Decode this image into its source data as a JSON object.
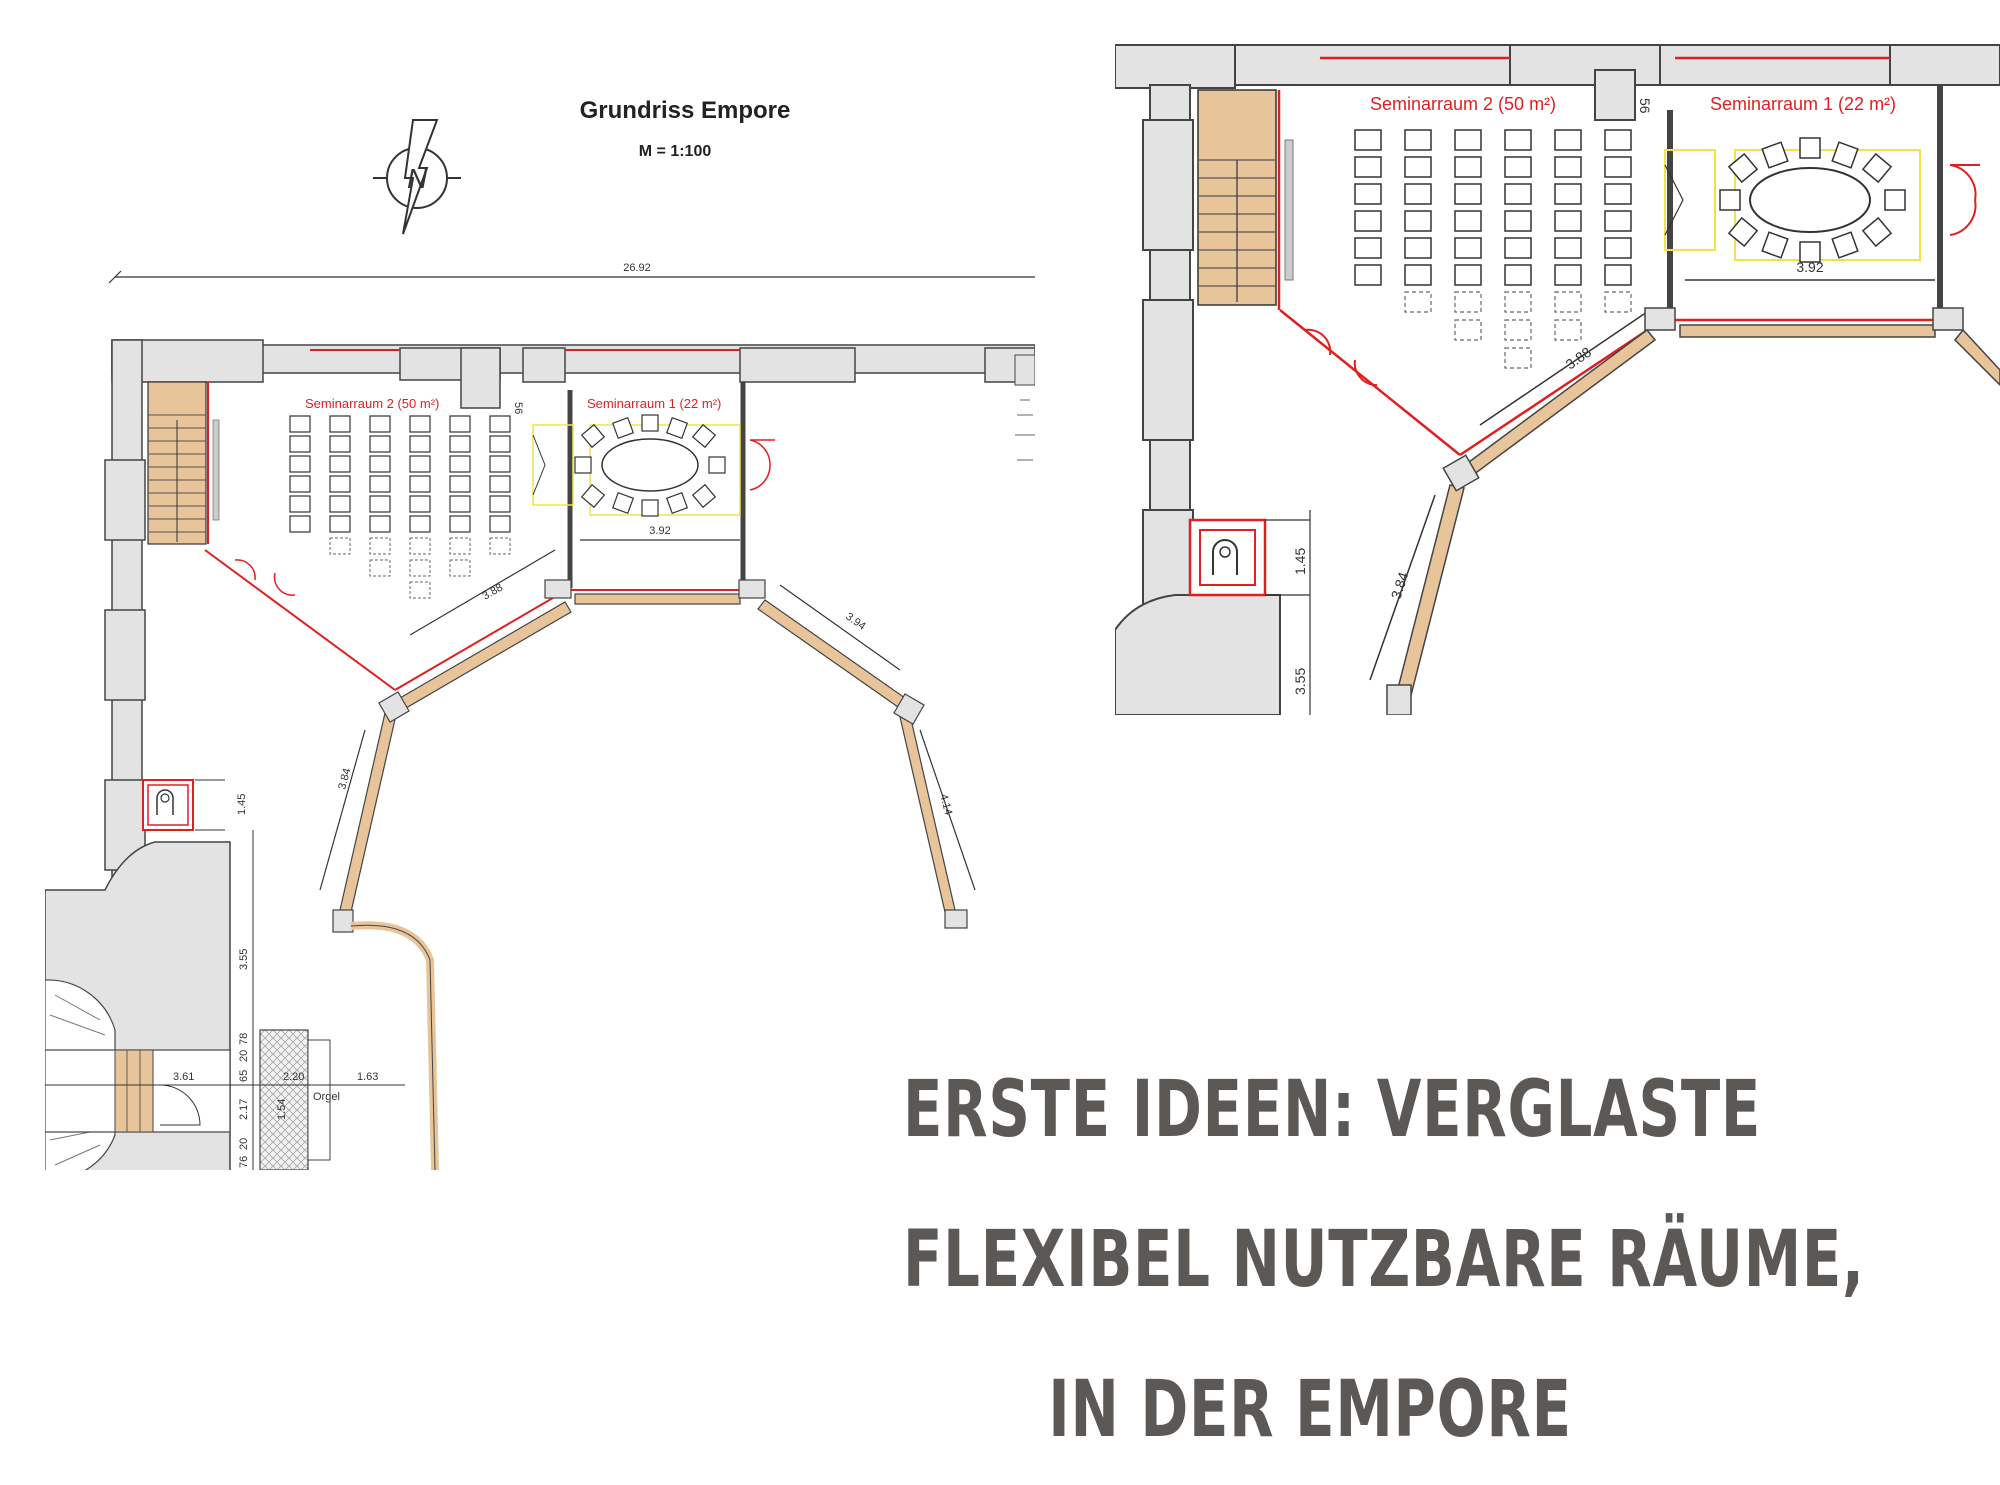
{
  "main_plan": {
    "title": "Grundriss Empore",
    "scale": "M = 1:100",
    "overall_width": "26.92",
    "room_seminar2": "Seminarraum 2 (50 m²)",
    "room_seminar1": "Seminarraum 1 (22 m²)",
    "dim_56": "56",
    "dim_392": "3.92",
    "dim_388": "3.88",
    "dim_394": "3.94",
    "dim_384": "3.84",
    "dim_414": "4.14",
    "dim_145": "1.45",
    "dim_355": "3.55",
    "dim_361": "3.61",
    "dim_220": "2.20",
    "dim_163": "1.63",
    "dim_217": "2.17",
    "dim_154": "1.54",
    "dim_78": "78",
    "dim_20a": "20",
    "dim_65": "65",
    "dim_20b": "20",
    "dim_76": "76",
    "organ_label": "Orgel"
  },
  "detail_plan": {
    "room_seminar2": "Seminarraum 2 (50 m²)",
    "room_seminar1": "Seminarraum 1 (22 m²)",
    "dim_56": "56",
    "dim_392": "3.92",
    "dim_388": "3.88",
    "dim_384": "3.84",
    "dim_145": "1.45",
    "dim_355": "3.55"
  },
  "headline": {
    "line1": "ERSTE IDEEN: VERGLASTE",
    "line2": "FLEXIBEL NUTZBARE RÄUME,",
    "line3": "IN DER EMPORE"
  },
  "colors": {
    "wall": "#e3e3e3",
    "wall_stroke": "#444444",
    "glass_red": "#e02020",
    "wood": "#e8c49a",
    "table_yellow": "#f2e24a",
    "headline_text": "#5b5856"
  }
}
